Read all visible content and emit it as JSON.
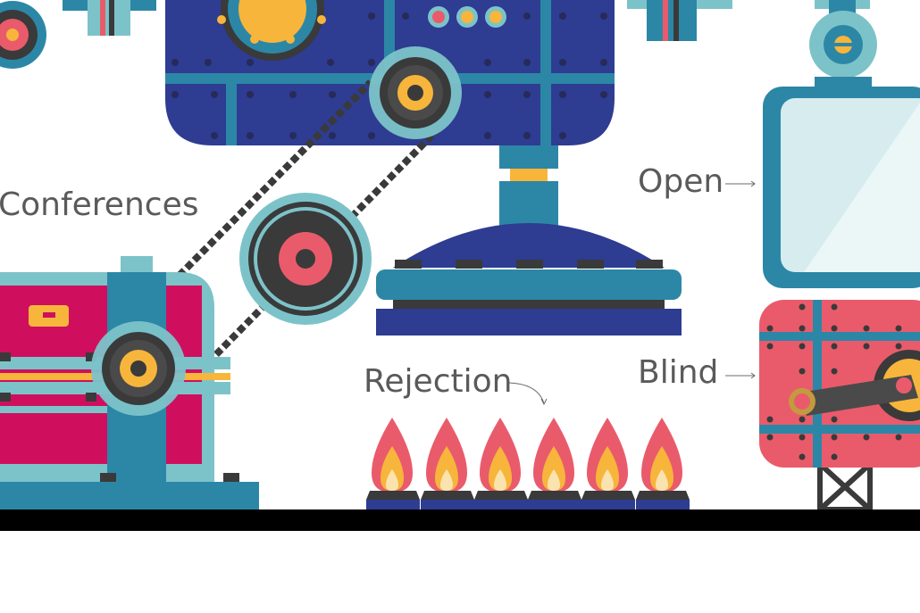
{
  "labels": {
    "conferences": "Conferences",
    "rejection": "Rejection",
    "open": "Open",
    "blind": "Blind"
  },
  "colors": {
    "navy": "#2e3c92",
    "teal": "#2c87a6",
    "light_teal": "#7cc3c9",
    "pale_teal": "#d6ecef",
    "coral": "#e95b6b",
    "magenta": "#cf0f5e",
    "yellow": "#f7b53b",
    "dark_gray": "#3a3a3a",
    "text": "#5a5a5a",
    "floor": "#000000"
  },
  "icons": {
    "gear": "gear-icon",
    "flame": "flame-icon",
    "pulley": "pulley-icon",
    "window": "window-icon"
  }
}
